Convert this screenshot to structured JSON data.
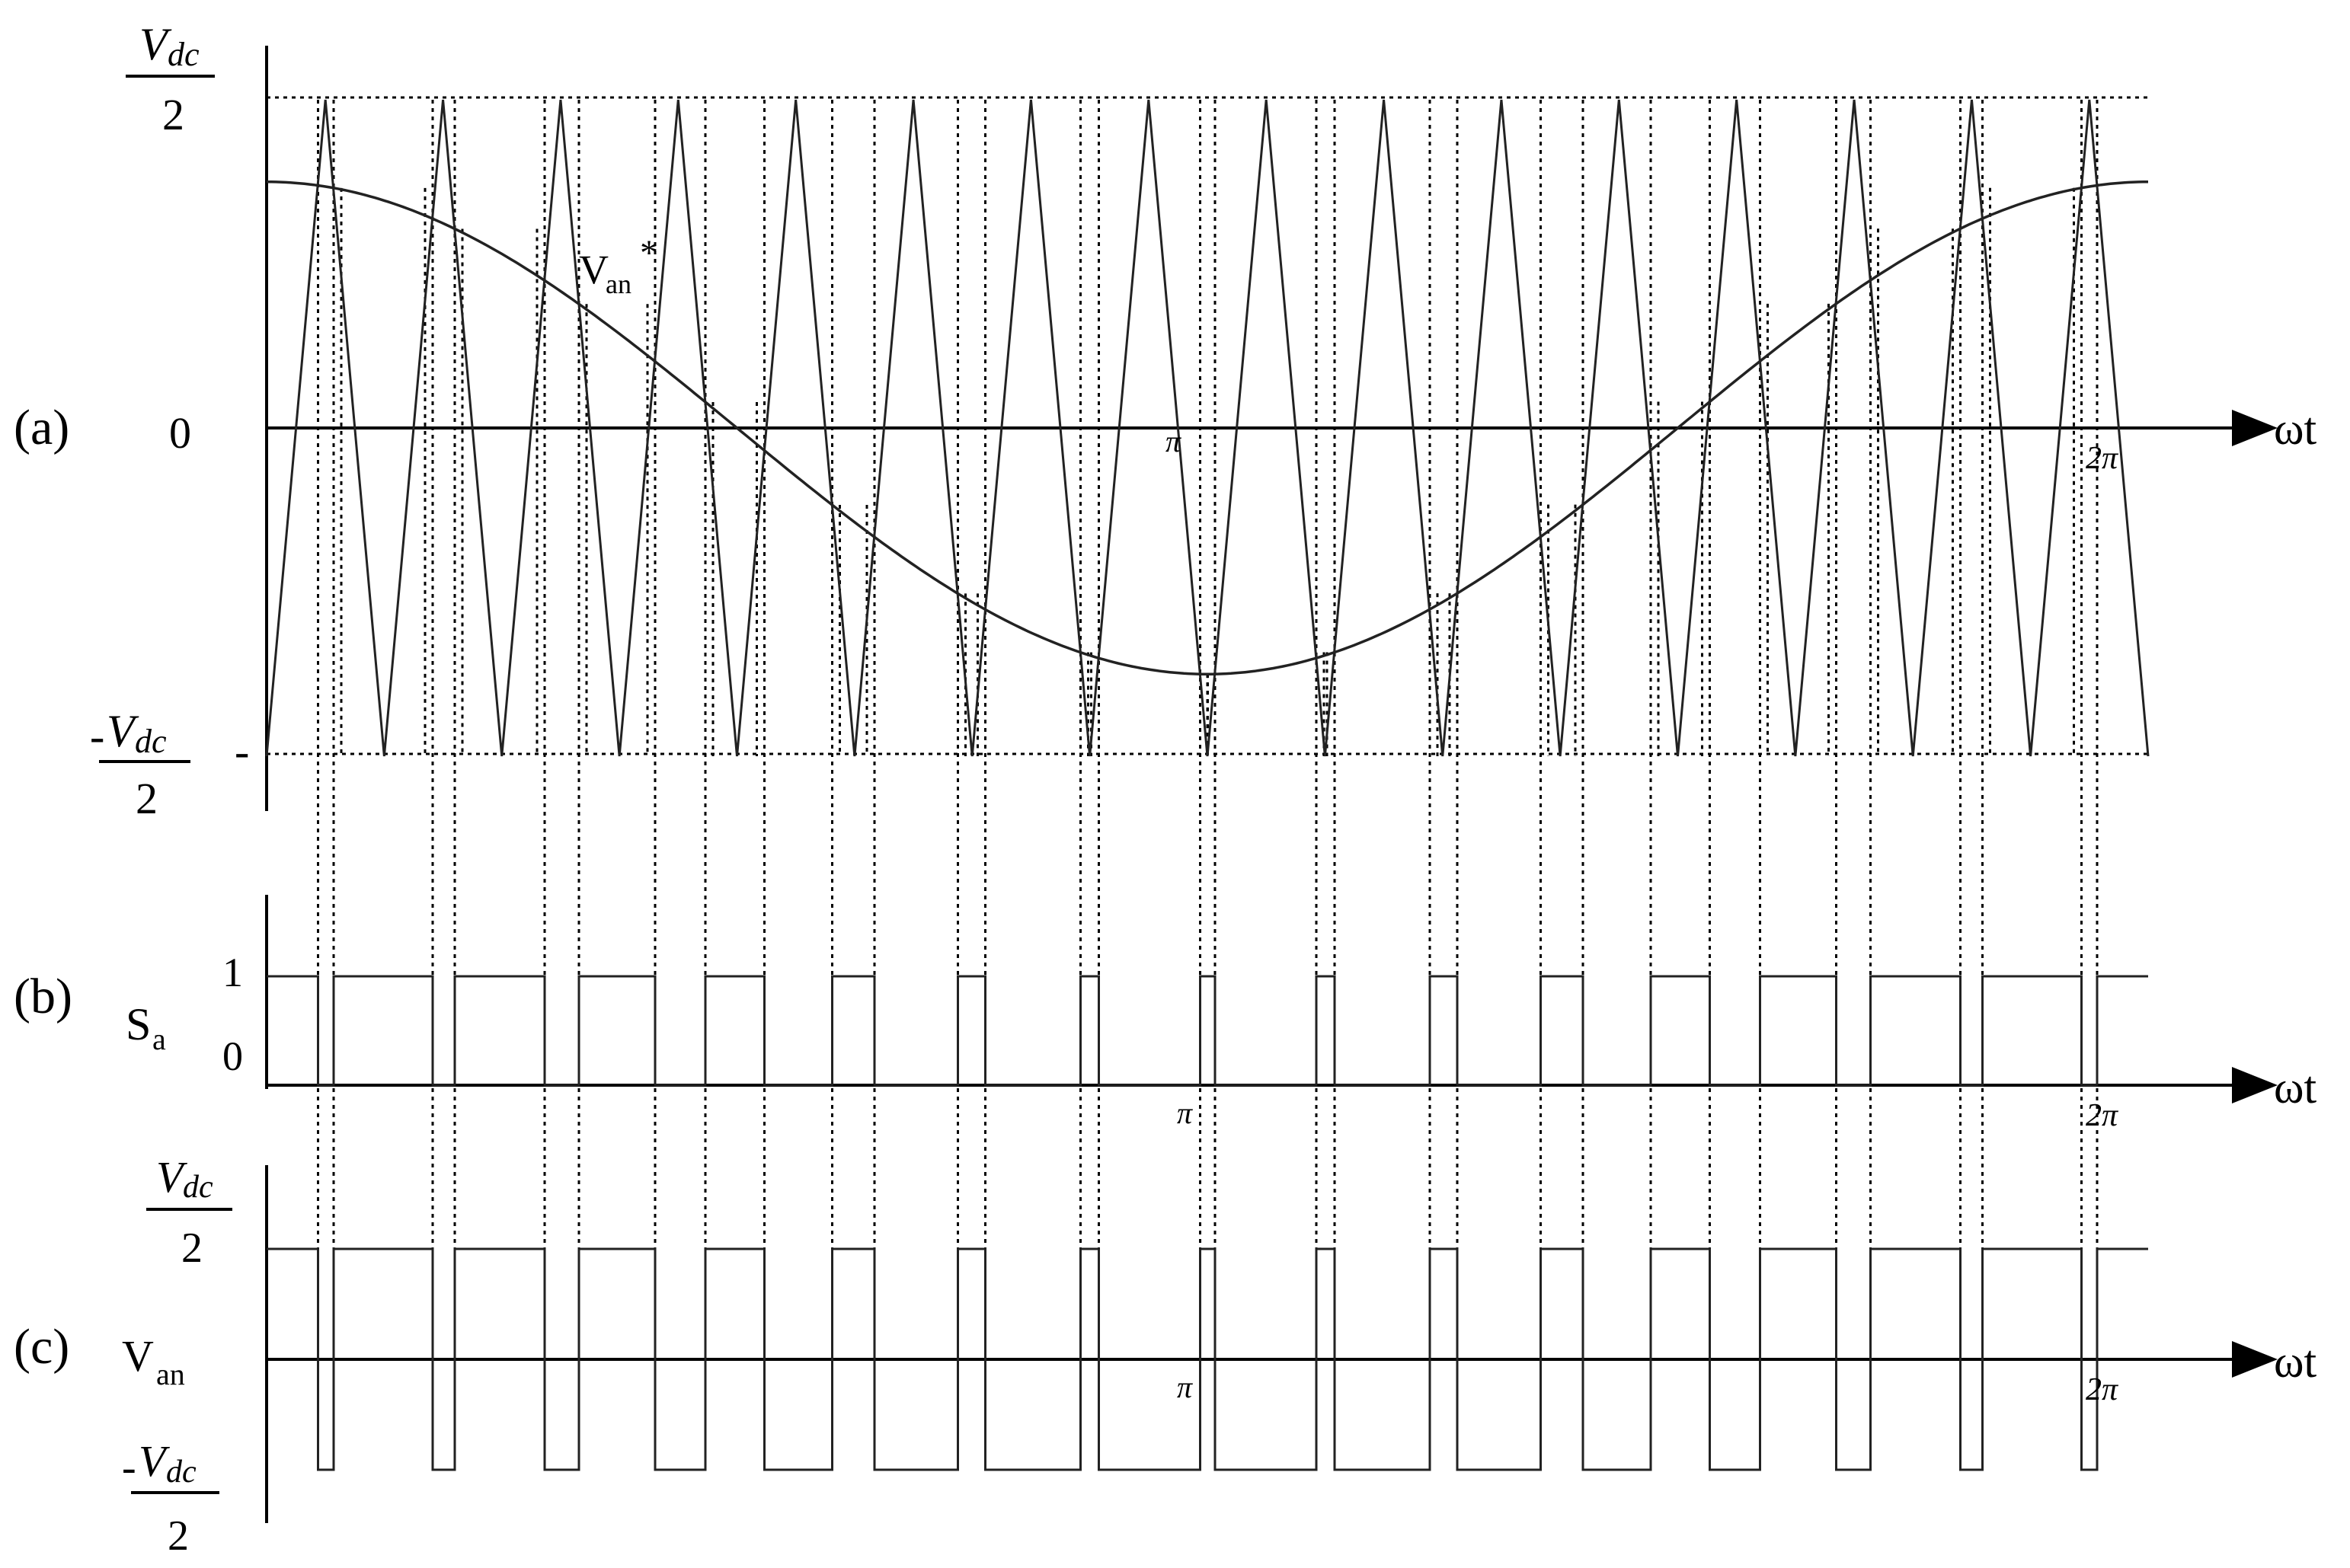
{
  "figure": {
    "panel_labels": [
      "(a)",
      "(b)",
      "(c)"
    ],
    "x_axis_label": "ωt",
    "x_ticks": [
      "π",
      "2π"
    ],
    "panel_a": {
      "top_level": {
        "num": "V",
        "sub": "dc",
        "den": "2"
      },
      "zero": "0",
      "bottom_level": {
        "sign": "-",
        "num": "V",
        "sub": "dc",
        "den": "2"
      },
      "reference_label": {
        "main": "V",
        "sub": "an",
        "sup": "*"
      }
    },
    "panel_b": {
      "signal_label": {
        "main": "S",
        "sub": "a"
      },
      "high": "1",
      "low": "0"
    },
    "panel_c": {
      "signal_label": {
        "main": "V",
        "sub": "an"
      },
      "top_level": {
        "num": "V",
        "sub": "dc",
        "den": "2"
      },
      "bottom_level": {
        "sign": "-",
        "num": "V",
        "sub": "dc",
        "den": "2"
      }
    }
  },
  "chart_data": {
    "type": "line",
    "description_free": true,
    "x": {
      "start": 0,
      "end": 6.2832
    },
    "carrier": {
      "shape": "triangle",
      "periods": 16,
      "amplitude": 1.0
    },
    "reference": {
      "shape": "cosine",
      "amplitude": 0.75,
      "cycles": 1
    },
    "series": [
      {
        "name": "V",
        "values_note": ""
      }
    ]
  }
}
